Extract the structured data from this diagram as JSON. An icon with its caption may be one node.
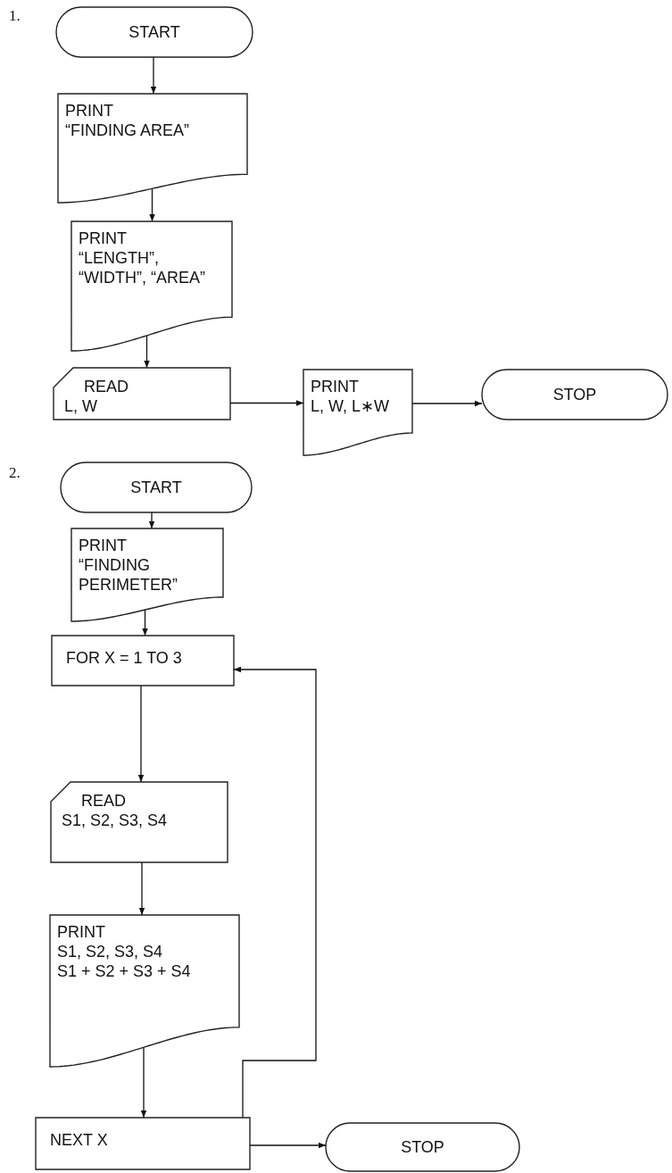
{
  "diagram": {
    "nodes": [
      {
        "text": [
          "START"
        ]
      },
      {
        "text": [
          "PRINT",
          "“FINDING AREA”"
        ]
      },
      {
        "text": [
          "PRINT",
          "“LENGTH”, “WIDTH”, “AREA”"
        ]
      },
      {
        "text": [
          "READ",
          "L, W"
        ]
      },
      {
        "text": [
          "PRINT",
          "L, W, L∗W"
        ]
      },
      {
        "text": [
          "STOP"
        ]
      },
      {
        "text": [
          "START"
        ]
      },
      {
        "text": [
          "PRINT",
          "“FINDING PERIMETER”"
        ]
      },
      {
        "text": [
          "FOR X = 1 TO 3"
        ]
      },
      {
        "text": [
          "READ",
          "S1, S2, S3, S4"
        ]
      },
      {
        "text": [
          "PRINT",
          "S1, S2, S3, S4",
          "S1 + S2 + S3 + S4"
        ]
      },
      {
        "text": [
          "NEXT X"
        ]
      },
      {
        "text": [
          "STOP"
        ]
      }
    ],
    "edges": [
      {
        "from": 0,
        "to": 1,
        "arrow": "to"
      },
      {
        "from": 1,
        "to": 2,
        "arrow": "to"
      },
      {
        "from": 2,
        "to": 3,
        "arrow": "to"
      },
      {
        "from": 3,
        "to": 4,
        "arrow": "to"
      },
      {
        "from": 4,
        "to": 5,
        "arrow": "to"
      },
      {
        "from": 6,
        "to": 7,
        "arrow": "to"
      },
      {
        "from": 7,
        "to": 8,
        "arrow": "to"
      },
      {
        "from": 8,
        "to": 9,
        "arrow": "to"
      },
      {
        "from": 9,
        "to": 10,
        "arrow": "to"
      },
      {
        "from": 10,
        "to": 11,
        "arrow": "to"
      },
      {
        "from": 11,
        "to": 8,
        "arrow": "to"
      },
      {
        "from": 11,
        "to": 12,
        "arrow": "to"
      }
    ],
    "labels": [
      "1.",
      "2."
    ]
  }
}
